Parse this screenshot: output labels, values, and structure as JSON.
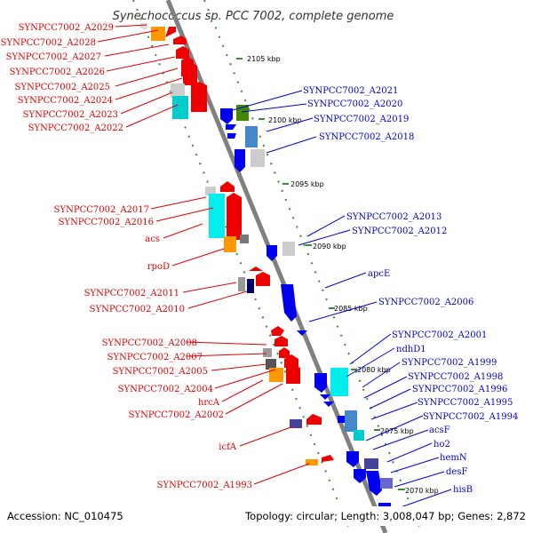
{
  "title": "Synechococcus sp. PCC 7002, complete genome",
  "footer": {
    "accession": "Accession: NC_010475",
    "summary": "Topology: circular; Length: 3,008,047 bp; Genes: 2,872"
  },
  "colors": {
    "forward": "#e00000",
    "reverse": "#0000e0",
    "backbone": "#808080",
    "tick": "#3a8a3a"
  },
  "kbp_ticks": [
    "2105 kbp",
    "2100 kbp",
    "2095 kbp",
    "2090 kbp",
    "2085 kbp",
    "2080 kbp",
    "2075 kbp",
    "2070 kbp"
  ],
  "left_labels": [
    "SYNPCC7002_A2029",
    "SYNPCC7002_A2028",
    "SYNPCC7002_A2027",
    "SYNPCC7002_A2026",
    "SYNPCC7002_A2025",
    "SYNPCC7002_A2024",
    "SYNPCC7002_A2023",
    "SYNPCC7002_A2022",
    "SYNPCC7002_A2017",
    "SYNPCC7002_A2016",
    "acs",
    "rpoD",
    "SYNPCC7002_A2011",
    "SYNPCC7002_A2010",
    "SYNPCC7002_A2008",
    "SYNPCC7002_A2007",
    "SYNPCC7002_A2005",
    "SYNPCC7002_A2004",
    "hrcA",
    "SYNPCC7002_A2002",
    "icfA",
    "SYNPCC7002_A1993"
  ],
  "right_labels": [
    "SYNPCC7002_A2021",
    "SYNPCC7002_A2020",
    "SYNPCC7002_A2019",
    "SYNPCC7002_A2018",
    "SYNPCC7002_A2013",
    "SYNPCC7002_A2012",
    "apcE",
    "SYNPCC7002_A2006",
    "SYNPCC7002_A2001",
    "ndhD1",
    "SYNPCC7002_A1999",
    "SYNPCC7002_A1998",
    "SYNPCC7002_A1996",
    "SYNPCC7002_A1995",
    "SYNPCC7002_A1994",
    "acsF",
    "ho2",
    "hemN",
    "desF",
    "hisB"
  ]
}
